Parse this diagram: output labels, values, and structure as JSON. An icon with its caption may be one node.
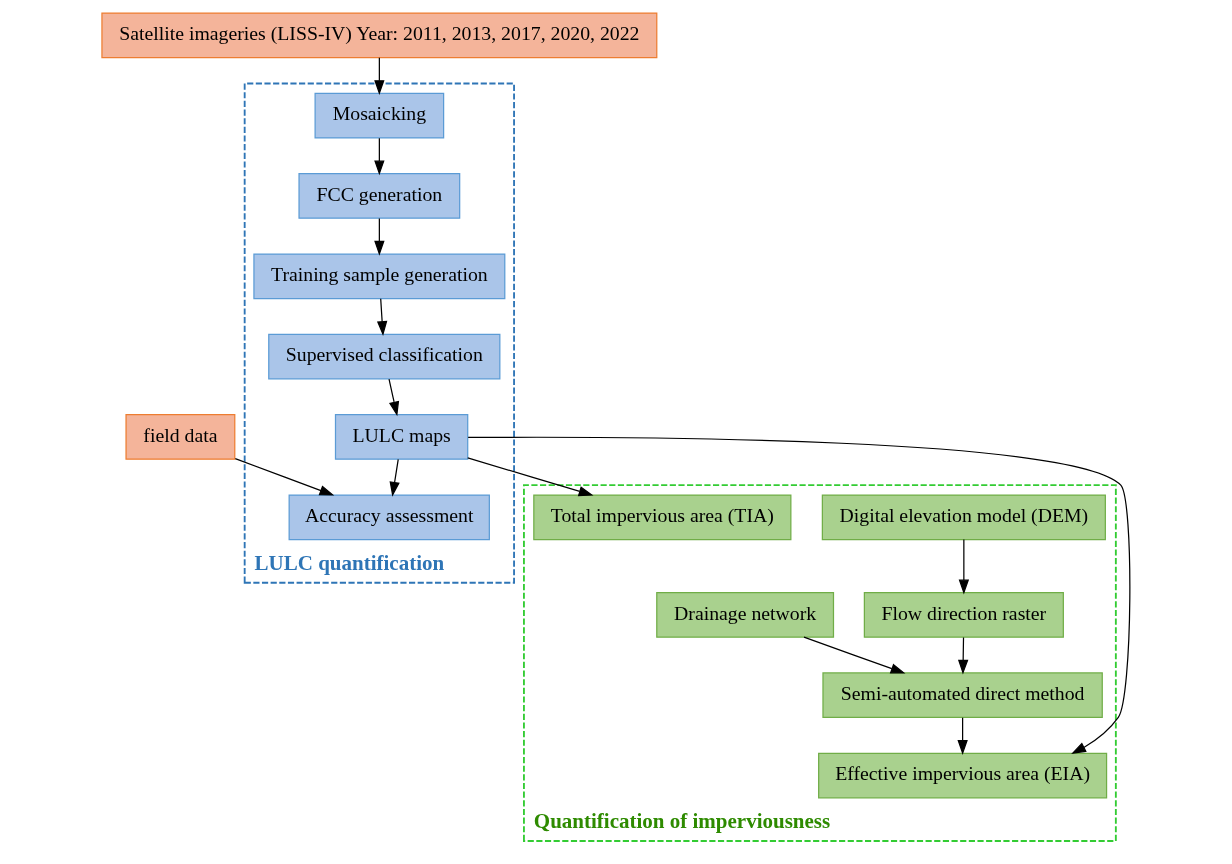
{
  "diagram": {
    "nodes": [
      {
        "text": [
          "Satellite imageries (LISS-IV) Year: 2011, 2013, 2017, 2020, 2022"
        ]
      },
      {
        "text": [
          "LULC quantification"
        ]
      },
      {
        "text": [
          "Mosaicking"
        ],
        "in": 1
      },
      {
        "text": [
          "FCC generation"
        ],
        "in": 1
      },
      {
        "text": [
          "Training sample generation"
        ],
        "in": 1
      },
      {
        "text": [
          "Supervised classification"
        ],
        "in": 1
      },
      {
        "text": [
          "LULC maps"
        ],
        "in": 1
      },
      {
        "text": [
          "Accuracy assessment"
        ],
        "in": 1
      },
      {
        "text": [
          "field data"
        ]
      },
      {
        "text": [
          "Quantification of imperviousness"
        ]
      },
      {
        "text": [
          "Digital elevation model (DEM)"
        ],
        "in": 9
      },
      {
        "text": [
          "Drainage network"
        ],
        "in": 9
      },
      {
        "text": [
          "Flow direction raster"
        ],
        "in": 9
      },
      {
        "text": [
          "Semi-automated direct method"
        ],
        "in": 9
      },
      {
        "text": [
          "Effective impervious area (EIA)"
        ],
        "in": 9
      },
      {
        "text": [
          "Total impervious area (TIA)"
        ],
        "in": 9
      }
    ],
    "edges": [
      {
        "from": 0,
        "to": 2,
        "arrow": "to"
      },
      {
        "from": 2,
        "to": 3,
        "arrow": "to"
      },
      {
        "from": 3,
        "to": 4,
        "arrow": "to"
      },
      {
        "from": 4,
        "to": 5,
        "arrow": "to"
      },
      {
        "from": 5,
        "to": 6,
        "arrow": "to"
      },
      {
        "from": 6,
        "to": 7,
        "arrow": "to"
      },
      {
        "from": 8,
        "to": 7,
        "arrow": "to"
      },
      {
        "from": 10,
        "to": 12,
        "arrow": "to"
      },
      {
        "from": 11,
        "to": 13,
        "arrow": "to"
      },
      {
        "from": 12,
        "to": 13,
        "arrow": "to"
      },
      {
        "from": 13,
        "to": 14,
        "arrow": "to"
      },
      {
        "from": 6,
        "to": 14,
        "arrow": "to"
      },
      {
        "from": 6,
        "to": 15,
        "arrow": "to"
      }
    ]
  }
}
